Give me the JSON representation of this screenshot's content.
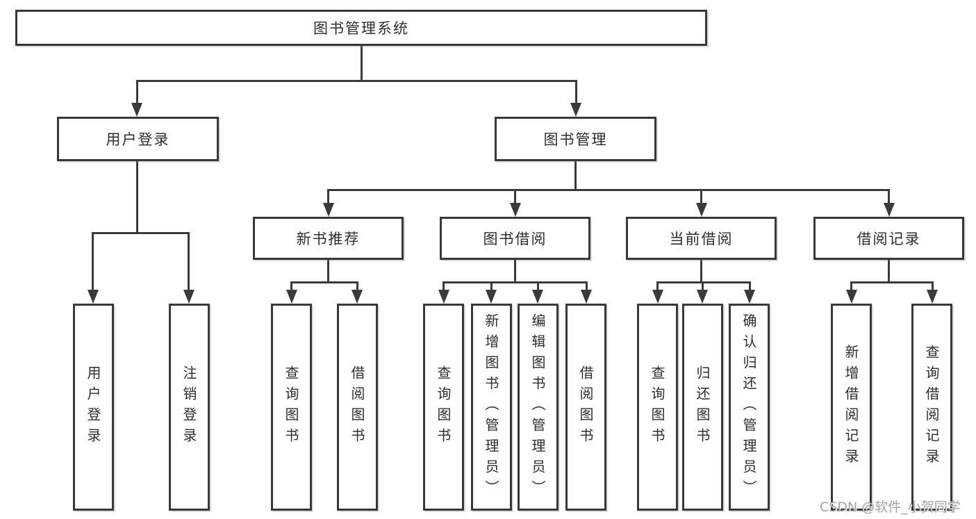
{
  "colors": {
    "line": "#3a3a3a",
    "box_border": "#383838",
    "text": "#2d2d2d",
    "background": "#ffffff",
    "watermark": "#a3a3a3"
  },
  "chart": {
    "root": {
      "label": "图书管理系统"
    },
    "branches": [
      {
        "label": "用户登录",
        "children": [
          {
            "label": "用户登录"
          },
          {
            "label": "注销登录"
          }
        ]
      },
      {
        "label": "图书管理",
        "children": [
          {
            "label": "新书推荐",
            "children": [
              {
                "label": "查询图书"
              },
              {
                "label": "借阅图书"
              }
            ]
          },
          {
            "label": "图书借阅",
            "children": [
              {
                "label": "查询图书"
              },
              {
                "label": "新增图书（管理员）"
              },
              {
                "label": "编辑图书（管理员）"
              },
              {
                "label": "借阅图书"
              }
            ]
          },
          {
            "label": "当前借阅",
            "children": [
              {
                "label": "查询图书"
              },
              {
                "label": "归还图书"
              },
              {
                "label": "确认归还（管理员）"
              }
            ]
          },
          {
            "label": "借阅记录",
            "children": [
              {
                "label": "新增借阅记录"
              },
              {
                "label": "查询借阅记录"
              }
            ]
          }
        ]
      }
    ]
  },
  "watermark": "CSDN @软件_小贺同学"
}
